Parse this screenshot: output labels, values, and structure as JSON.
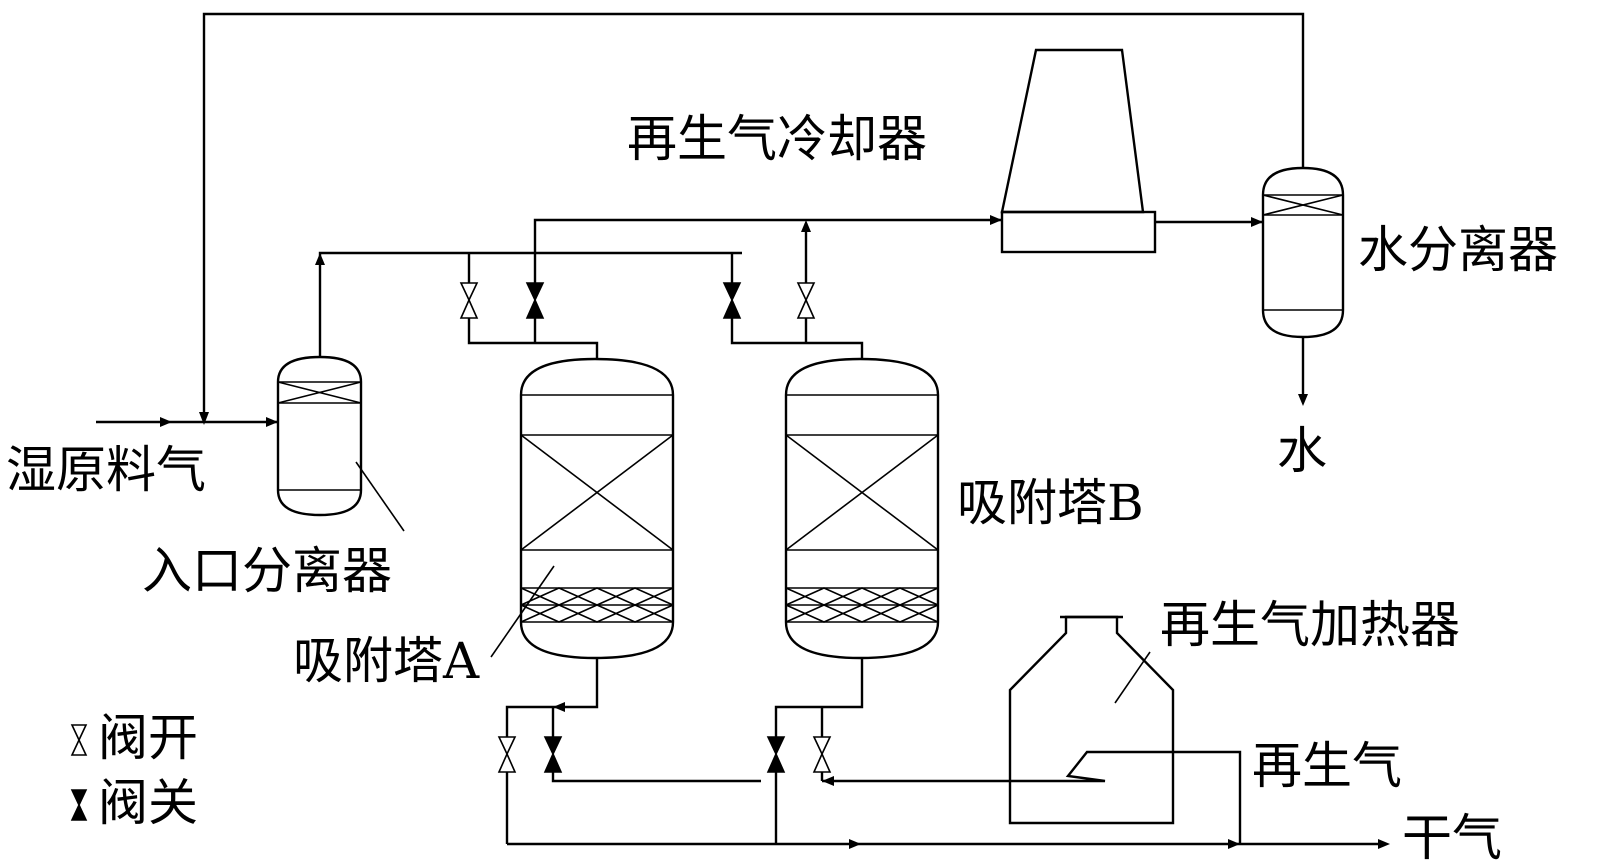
{
  "labels": {
    "regen_cooler": "再生气冷却器",
    "water_separator": "水分离器",
    "water": "水",
    "wet_feed_gas": "湿原料气",
    "inlet_separator": "入口分离器",
    "tower_a": "吸附塔A",
    "tower_b": "吸附塔B",
    "regen_heater": "再生气加热器",
    "regen_gas": "再生气",
    "dry_gas": "干气"
  },
  "legend": {
    "valve_open": "阀开",
    "valve_closed": "阀关"
  }
}
